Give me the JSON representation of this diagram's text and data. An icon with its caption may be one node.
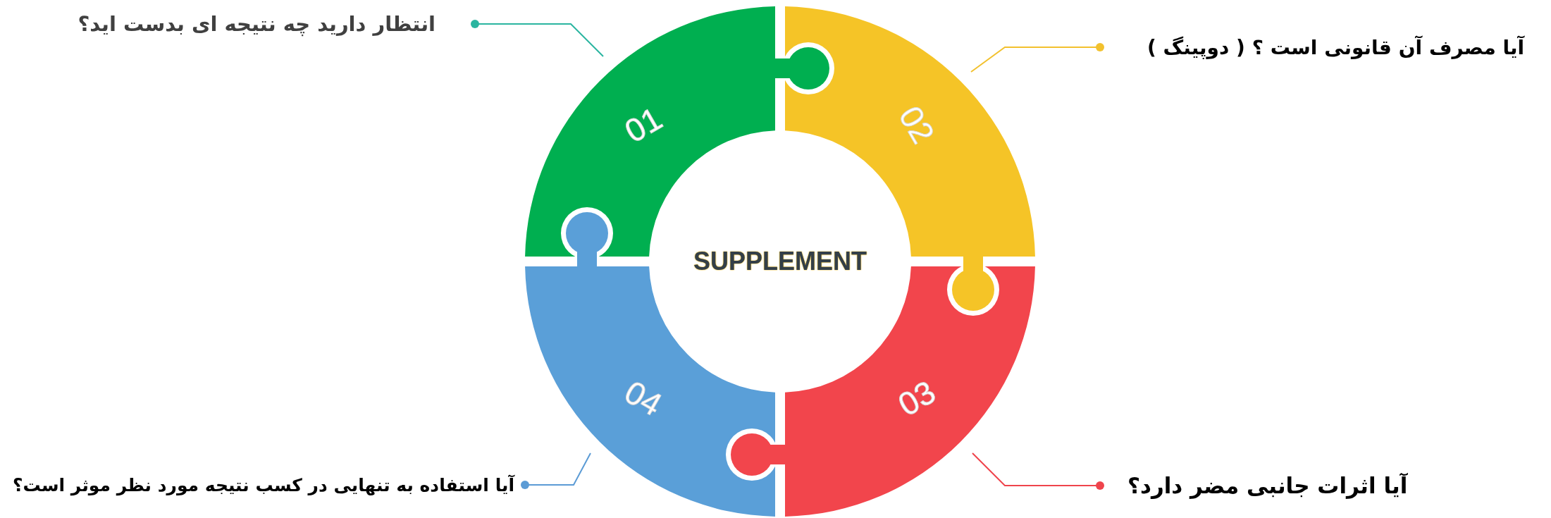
{
  "diagram": {
    "nodes": [
      {
        "text": [
          "01"
        ]
      },
      {
        "text": [
          "02"
        ]
      },
      {
        "text": [
          "03"
        ]
      },
      {
        "text": [
          "04"
        ]
      },
      {
        "text": [
          "SUPPLEMENT"
        ]
      },
      {
        "text": [
          "انتظار دارید چه نتیجه ای بدست اید؟"
        ]
      },
      {
        "text": [
          "آیا مصرف آن قانونی است ؟ ( دوپینگ )"
        ]
      },
      {
        "text": [
          "آیا اثرات جانبی مضر دارد؟"
        ]
      },
      {
        "text": [
          "آیا استفاده به تنهایی در کسب نتیجه مورد نظر موثر است؟"
        ]
      }
    ],
    "edges": [
      {
        "from": 5,
        "to": 0,
        "arrow": "other",
        "color": "#2ab5a0"
      },
      {
        "from": 6,
        "to": 1,
        "arrow": "other",
        "color": "#f2c12e"
      },
      {
        "from": 7,
        "to": 2,
        "arrow": "other",
        "color": "#ef444c"
      },
      {
        "from": 8,
        "to": 3,
        "arrow": "other",
        "color": "#5b9bd5"
      }
    ]
  }
}
